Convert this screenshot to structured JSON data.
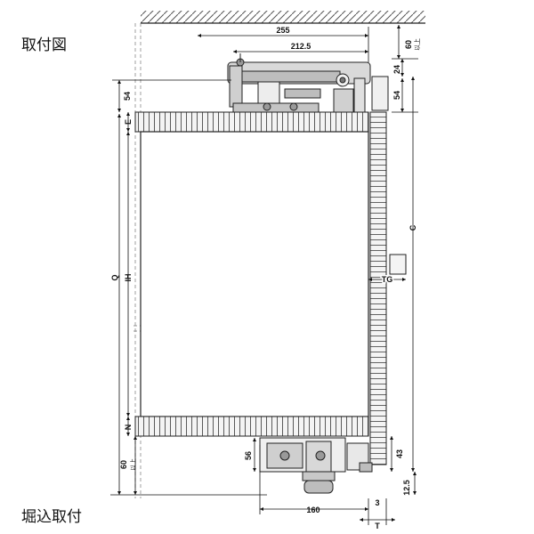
{
  "headings": {
    "top": "取付図",
    "bottom": "堀込取付"
  },
  "dimensions": {
    "d255": "255",
    "d212_5": "212.5",
    "d60_top": "60",
    "ijo_top": "以上",
    "d24": "24",
    "d54_right": "54",
    "d54_left": "54",
    "e": "E",
    "c": "C",
    "q": "Q",
    "ih": "IH",
    "tg": "TG",
    "n": "N",
    "d60_bottom": "60",
    "ijo_bottom": "以上",
    "d56": "56",
    "d43": "43",
    "d12_5": "12.5",
    "d3": "3",
    "d160": "160",
    "t": "T"
  }
}
